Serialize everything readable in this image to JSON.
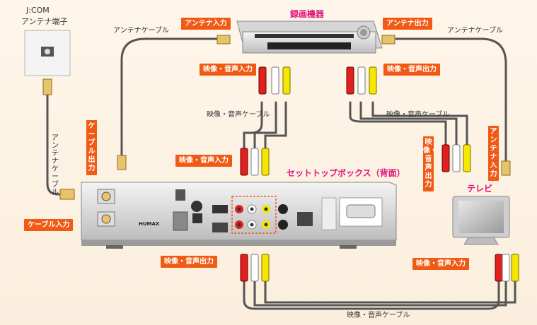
{
  "devices": {
    "jcom_name": "J:COM",
    "jcom_terminal": "アンテナ端子",
    "recorder": "録画機器",
    "stb": "セットトップボックス（背面）",
    "tv": "テレビ",
    "stb_brand": "HUMAX"
  },
  "labels": {
    "antenna_in": "アンテナ入力",
    "antenna_out": "アンテナ出力",
    "av_in_rec": "映像・音声入力",
    "av_out_rec": "映像・音声出力",
    "av_in_stb": "映像・音声入力",
    "av_out_stb": "映像・音声出力",
    "av_in_tv": "映像・音声入力",
    "av_out_vert": "映像・音声出力",
    "cable_out": "ケーブル出力",
    "cable_in": "ケーブル入力",
    "antenna_in_tv": "アンテナ入力"
  },
  "cables": {
    "antenna_cable_top_left": "アンテナケーブル",
    "antenna_cable_top_right": "アンテナケーブル",
    "antenna_cable_vertical": "アンテナケーブル",
    "av_cable_left": "映像・音声ケーブル",
    "av_cable_right": "映像・音声ケーブル",
    "av_cable_bottom": "映像・音声ケーブル"
  },
  "colors": {
    "accent": "#f05a14",
    "title": "#e0137a",
    "plug_red": "#e0201e",
    "plug_white": "#ffffff",
    "plug_yellow": "#f6e600",
    "cable": "#555555"
  }
}
